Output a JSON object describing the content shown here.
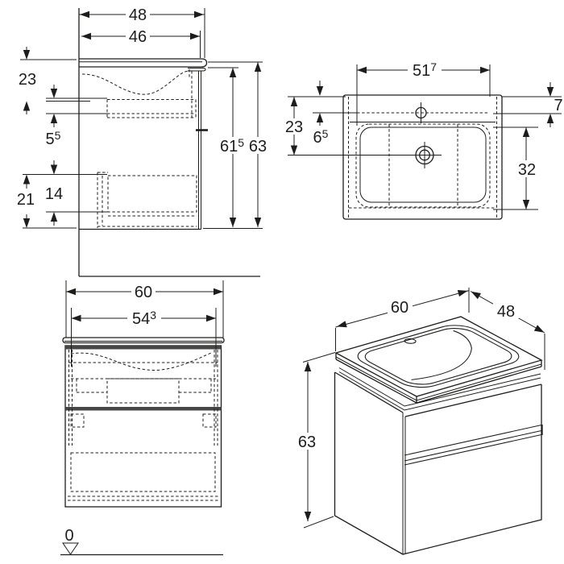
{
  "drawing": {
    "line_color": "#1d1d1b",
    "background": "#ffffff"
  },
  "side_view": {
    "dims": {
      "total_depth": {
        "value": "48",
        "sup": ""
      },
      "cabinet_depth": {
        "value": "46",
        "sup": ""
      },
      "top_zone_height": {
        "value": "23",
        "sup": ""
      },
      "inner_front_height": {
        "value": "5",
        "sup": "5"
      },
      "lower_inner_height": {
        "value": "14",
        "sup": ""
      },
      "lower_zone_height": {
        "value": "21",
        "sup": ""
      },
      "cabinet_height": {
        "value": "61",
        "sup": "5"
      },
      "total_height": {
        "value": "63",
        "sup": ""
      }
    }
  },
  "top_view": {
    "dims": {
      "basin_width": {
        "value": "51",
        "sup": "7"
      },
      "tap_rear_offset": {
        "value": "7",
        "sup": ""
      },
      "drain_rear_offset": {
        "value": "23",
        "sup": ""
      },
      "tap_inner_offset": {
        "value": "6",
        "sup": "5"
      },
      "basin_depth": {
        "value": "32",
        "sup": ""
      }
    }
  },
  "front_view": {
    "dims": {
      "total_width": {
        "value": "60",
        "sup": ""
      },
      "inner_width": {
        "value": "54",
        "sup": "3"
      },
      "floor_level": {
        "value": "0",
        "sup": ""
      }
    }
  },
  "iso_view": {
    "dims": {
      "width": {
        "value": "60",
        "sup": ""
      },
      "depth": {
        "value": "48",
        "sup": ""
      },
      "height": {
        "value": "63",
        "sup": ""
      }
    }
  }
}
